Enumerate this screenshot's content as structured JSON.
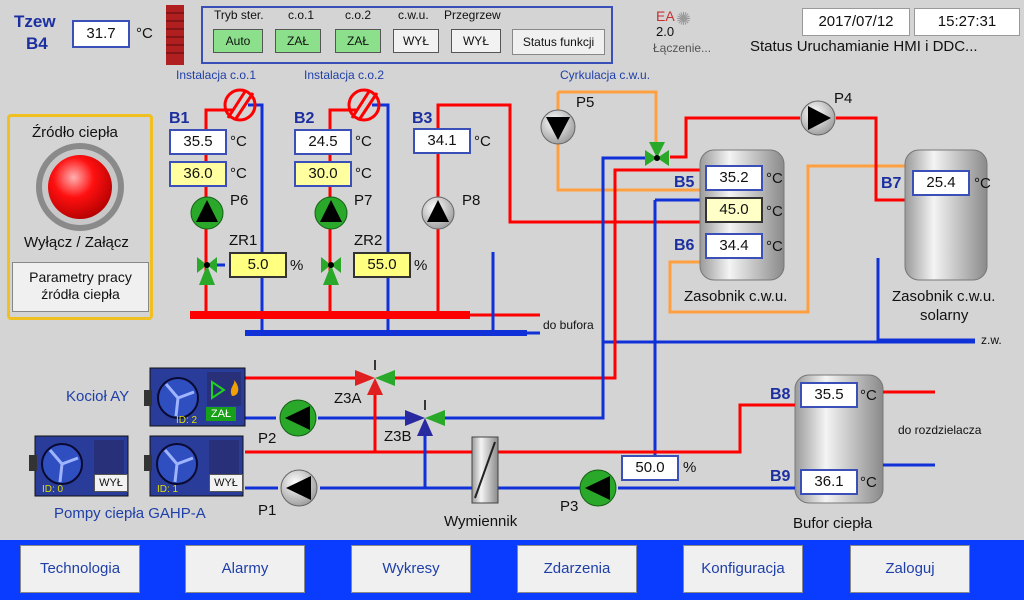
{
  "outdoor": {
    "label_line1": "Tzew",
    "label_line2": "B4",
    "value": "31.7",
    "unit": "°C"
  },
  "header": {
    "mode_labels": [
      "Tryb ster.",
      "c.o.1",
      "c.o.2",
      "c.w.u.",
      "Przegrzew"
    ],
    "mode_values": [
      "Auto",
      "ZAŁ",
      "ZAŁ",
      "WYŁ",
      "WYŁ"
    ],
    "status_button": "Status funkcji",
    "logo_line1": "EA",
    "logo_line2": "2.0",
    "connecting": "Łączenie...",
    "date": "2017/07/12",
    "time": "15:27:31",
    "status_text": "Status Uruchamianie HMI i DDC..."
  },
  "source_panel": {
    "title": "Źródło ciepła",
    "toggle_label": "Wyłącz / Załącz",
    "params_line1": "Parametry pracy",
    "params_line2": "źródła ciepła"
  },
  "circuits": [
    {
      "title": "Instalacja c.o.1",
      "sensor": "B1",
      "value_supply": "35.5",
      "value_setpoint": "36.0",
      "pump": "P6",
      "valve": "ZR1",
      "valve_pos": "5.0"
    },
    {
      "title": "Instalacja c.o.2",
      "sensor": "B2",
      "value_supply": "24.5",
      "value_setpoint": "30.0",
      "pump": "P7",
      "valve": "ZR2",
      "valve_pos": "55.0"
    }
  ],
  "b3": {
    "sensor": "B3",
    "value": "34.1",
    "pump": "P8"
  },
  "dhw": {
    "circulation": "Cyrkulacja c.w.u.",
    "pump_circ": "P5",
    "pump_main": "P4",
    "b5": "B5",
    "b5_value": "35.2",
    "b5_set": "45.0",
    "b6": "B6",
    "b6_value": "34.4",
    "tank_label": "Zasobnik c.w.u.",
    "b7": "B7",
    "b7_value": "25.4",
    "solar_label_1": "Zasobnik c.w.u.",
    "solar_label_2": "solarny",
    "cold_water": "z.w."
  },
  "buffer_out": "do bufora",
  "boiler": {
    "label": "Kocioł AY",
    "id": "ID: 2",
    "state": "ZAŁ",
    "pump": "P2",
    "valve_a": "Z3A",
    "valve_b": "Z3B"
  },
  "heat_pumps": {
    "label": "Pompy ciepła GAHP-A",
    "units": [
      {
        "id": "ID: 0",
        "state": "WYŁ"
      },
      {
        "id": "ID: 1",
        "state": "WYŁ"
      }
    ],
    "pump": "P1"
  },
  "exchanger": {
    "label": "Wymiennik",
    "pump": "P3",
    "pump_speed": "50.0",
    "unit": "%"
  },
  "buffer": {
    "b8": "B8",
    "b8_value": "35.5",
    "b9": "B9",
    "b9_value": "36.1",
    "label": "Bufor ciepła",
    "distribution": "do rozdzielacza"
  },
  "units": {
    "celsius": "°C",
    "percent": "%"
  },
  "nav": [
    "Technologia",
    "Alarmy",
    "Wykresy",
    "Zdarzenia",
    "Konfiguracja",
    "Zaloguj"
  ],
  "colors": {
    "supply": "#ff0000",
    "return": "#1030d8",
    "circulation": "#ffa040",
    "pump_green": "#2aa82a",
    "panel_border": "#f0c020",
    "nav_bar": "#0a3cff"
  }
}
